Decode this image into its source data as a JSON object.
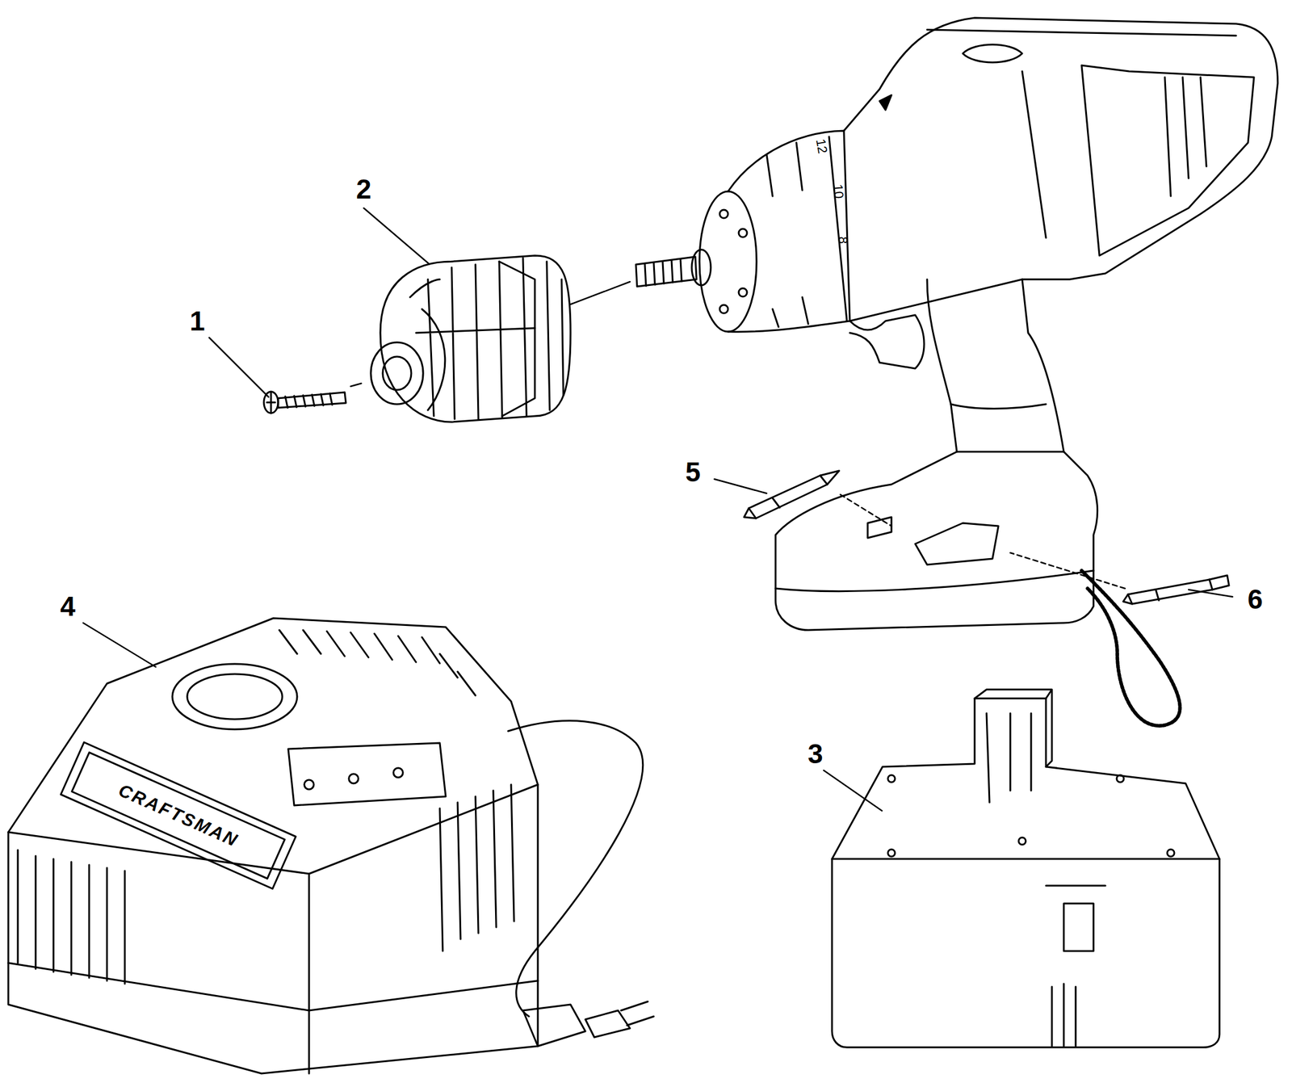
{
  "diagram": {
    "labels": [
      "2",
      "1",
      "5",
      "4",
      "6",
      "CRAFTSMAN",
      "3",
      "12",
      "10",
      "8"
    ]
  }
}
